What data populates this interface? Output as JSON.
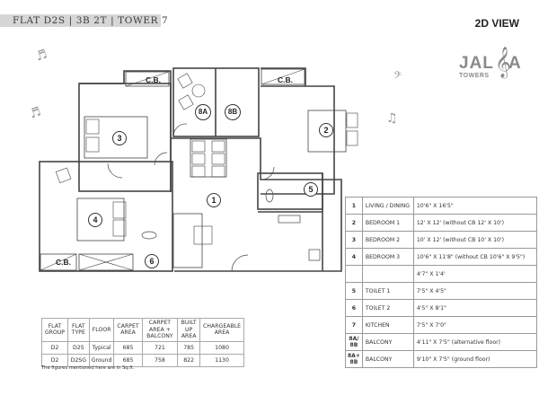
{
  "header": {
    "title": "FLAT D2S | 3B 2T | TOWER 7",
    "view_label": "2D VIEW"
  },
  "logo": {
    "text_left": "JAL",
    "text_right": "A",
    "subtitle": "TOWERS",
    "clef_icon": "𝄞"
  },
  "floor_plan": {
    "rooms": [
      {
        "id": "1",
        "label": "1"
      },
      {
        "id": "2",
        "label": "2"
      },
      {
        "id": "3",
        "label": "3"
      },
      {
        "id": "4",
        "label": "4"
      },
      {
        "id": "5",
        "label": "5"
      },
      {
        "id": "6",
        "label": "6"
      },
      {
        "id": "8A",
        "label": "8A"
      },
      {
        "id": "8B",
        "label": "8B"
      }
    ],
    "cupboards": [
      "C.B.",
      "C.B.",
      "C.B."
    ]
  },
  "room_dimensions": {
    "rows": [
      {
        "num": "1",
        "room": "LIVING / DINING",
        "size": "10'6\" X 16'5\""
      },
      {
        "num": "2",
        "room": "BEDROOM 1",
        "size": "12' X 12' (without CB 12' X 10')"
      },
      {
        "num": "3",
        "room": "BEDROOM 2",
        "size": "10' X 12' (without CB 10' X 10')"
      },
      {
        "num": "4",
        "room": "BEDROOM 3",
        "size": "10'6\" X 11'8\" (without CB 10'6\" X 9'5\")"
      },
      {
        "num": "",
        "room": "",
        "size": "4'7\" X 1'4'"
      },
      {
        "num": "5",
        "room": "TOILET 1",
        "size": "7'5\" X 4'5\""
      },
      {
        "num": "6",
        "room": "TOILET 2",
        "size": "4'5\" X 8'1\""
      },
      {
        "num": "7",
        "room": "KITCHEN",
        "size": "7'5\" X 7'0\""
      },
      {
        "num": "8A/ 8B",
        "room": "BALCONY",
        "size": "4'11\" X 7'5\" (alternative floor)"
      },
      {
        "num": "8A+ 8B",
        "room": "BALCONY",
        "size": "9'10\" X 7'5\" (ground floor)"
      }
    ]
  },
  "area_table": {
    "headers": [
      "FLAT GROUP",
      "FLAT TYPE",
      "FLOOR",
      "CARPET AREA",
      "CARPET AREA + BALCONY",
      "BUILT UP AREA",
      "CHARGEABLE AREA"
    ],
    "rows": [
      [
        "D2",
        "D2S",
        "Typical",
        "685",
        "721",
        "785",
        "1080"
      ],
      [
        "D2",
        "D2SG",
        "Ground",
        "685",
        "758",
        "822",
        "1130"
      ]
    ],
    "footnote": "The figures mentioned here are in Sq.ft."
  }
}
